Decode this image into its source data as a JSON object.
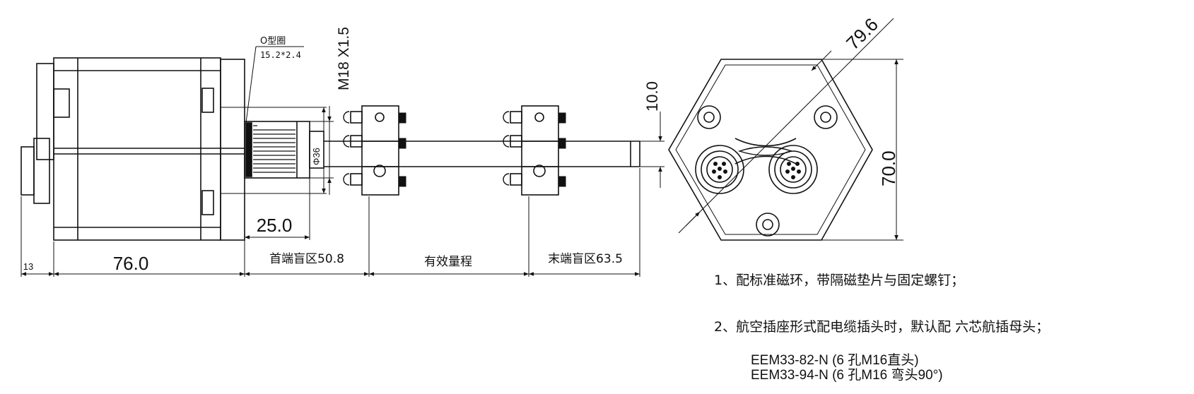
{
  "dimensions": {
    "d13": "13",
    "d76": "76.0",
    "d25": "25.0",
    "head_zone": "首端盲区50.8",
    "range": "有效量程",
    "tail_zone": "末端盲区63.5",
    "thread": "M18 X1.5",
    "dia36": "Φ36",
    "d10": "10.0",
    "d796": "79.6",
    "d70": "70.0"
  },
  "oring": {
    "label": "O型圈",
    "size": "15.2*2.4"
  },
  "notes": {
    "n1": "1、配标准磁环，带隔磁垫片与固定螺钉；",
    "n2": "2、航空插座形式配电缆插头时，默认配 六芯航插母头；"
  },
  "models": {
    "m1": "EEM33-82-N  (6 孔M16直头)",
    "m2": "EEM33-94-N  (6 孔M16 弯头90°)"
  }
}
